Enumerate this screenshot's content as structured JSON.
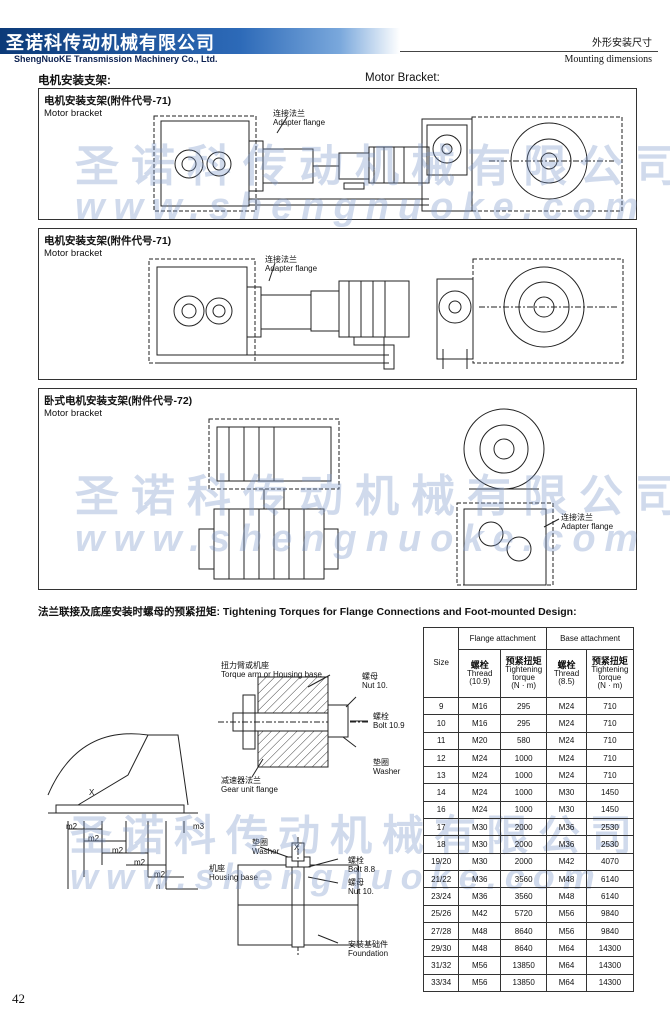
{
  "header": {
    "company_cn": "圣诺科传动机械有限公司",
    "company_en": "ShengNuoKE Transmission Machinery Co., Ltd.",
    "section_cn": "外形安装尺寸",
    "section_en": "Mounting dimensions"
  },
  "motor_bracket": {
    "title_cn": "电机安装支架:",
    "title_en": "Motor Bracket:"
  },
  "panel1": {
    "title": "电机安装支架(附件代号-71)",
    "subtitle": "Motor bracket",
    "callout_cn": "连接法兰",
    "callout_en": "Adapter flange"
  },
  "panel2": {
    "title": "电机安装支架(附件代号-71)",
    "subtitle": "Motor bracket",
    "callout_cn": "连接法兰",
    "callout_en": "Adapter flange"
  },
  "panel3": {
    "title": "卧式电机安装支架(附件代号-72)",
    "subtitle": "Motor bracket",
    "callout_cn": "连接法兰",
    "callout_en": "Adapter flange"
  },
  "watermark": {
    "cn": "圣诺科传动机械有限公司",
    "url": "www.shengnuoke.com"
  },
  "torque": {
    "title": "法兰联接及底座安装时螺母的预紧扭矩: Tightening Torques for Flange Connections and Foot-mounted Design:",
    "labels": {
      "torque_arm_cn": "扭力臂或机座",
      "torque_arm_en": "Torque arm or Housing base",
      "nut1_cn": "螺母",
      "nut1_en": "Nut 10.",
      "bolt1_cn": "螺栓",
      "bolt1_en": "Bolt 10.9",
      "washer1_cn": "垫圈",
      "washer1_en": "Washer",
      "gear_flange_cn": "减速器法兰",
      "gear_flange_en": "Gear unit flange",
      "washer2_cn": "垫圈",
      "washer2_en": "Washer",
      "housing_cn": "机座",
      "housing_en": "Housing base",
      "bolt2_cn": "螺栓",
      "bolt2_en": "Bolt 8.8",
      "nut2_cn": "螺母",
      "nut2_en": "Nut 10.",
      "foundation_cn": "安装基础件",
      "foundation_en": "Foundation",
      "x1": "X",
      "x2": "X",
      "m2": "m2",
      "m3": "m3",
      "n": "n"
    },
    "table": {
      "size": "Size",
      "flange_group": "Flange attachment",
      "base_group": "Base attachment",
      "thread_cn": "螺栓",
      "thread_en": "Thread",
      "thread_flange_grade": "(10.9)",
      "thread_base_grade": "(8.5)",
      "torque_cn": "预紧扭矩",
      "torque_en1": "Tightening",
      "torque_en2": "torque",
      "torque_unit": "(N · m)",
      "rows": [
        [
          "9",
          "M16",
          "295",
          "M24",
          "710"
        ],
        [
          "10",
          "M16",
          "295",
          "M24",
          "710"
        ],
        [
          "11",
          "M20",
          "580",
          "M24",
          "710"
        ],
        [
          "12",
          "M24",
          "1000",
          "M24",
          "710"
        ],
        [
          "13",
          "M24",
          "1000",
          "M24",
          "710"
        ],
        [
          "14",
          "M24",
          "1000",
          "M30",
          "1450"
        ],
        [
          "16",
          "M24",
          "1000",
          "M30",
          "1450"
        ],
        [
          "17",
          "M30",
          "2000",
          "M36",
          "2530"
        ],
        [
          "18",
          "M30",
          "2000",
          "M36",
          "2530"
        ],
        [
          "19/20",
          "M30",
          "2000",
          "M42",
          "4070"
        ],
        [
          "21/22",
          "M36",
          "3560",
          "M48",
          "6140"
        ],
        [
          "23/24",
          "M36",
          "3560",
          "M48",
          "6140"
        ],
        [
          "25/26",
          "M42",
          "5720",
          "M56",
          "9840"
        ],
        [
          "27/28",
          "M48",
          "8640",
          "M56",
          "9840"
        ],
        [
          "29/30",
          "M48",
          "8640",
          "M64",
          "14300"
        ],
        [
          "31/32",
          "M56",
          "13850",
          "M64",
          "14300"
        ],
        [
          "33/34",
          "M56",
          "13850",
          "M64",
          "14300"
        ]
      ]
    }
  },
  "page_number": "42"
}
